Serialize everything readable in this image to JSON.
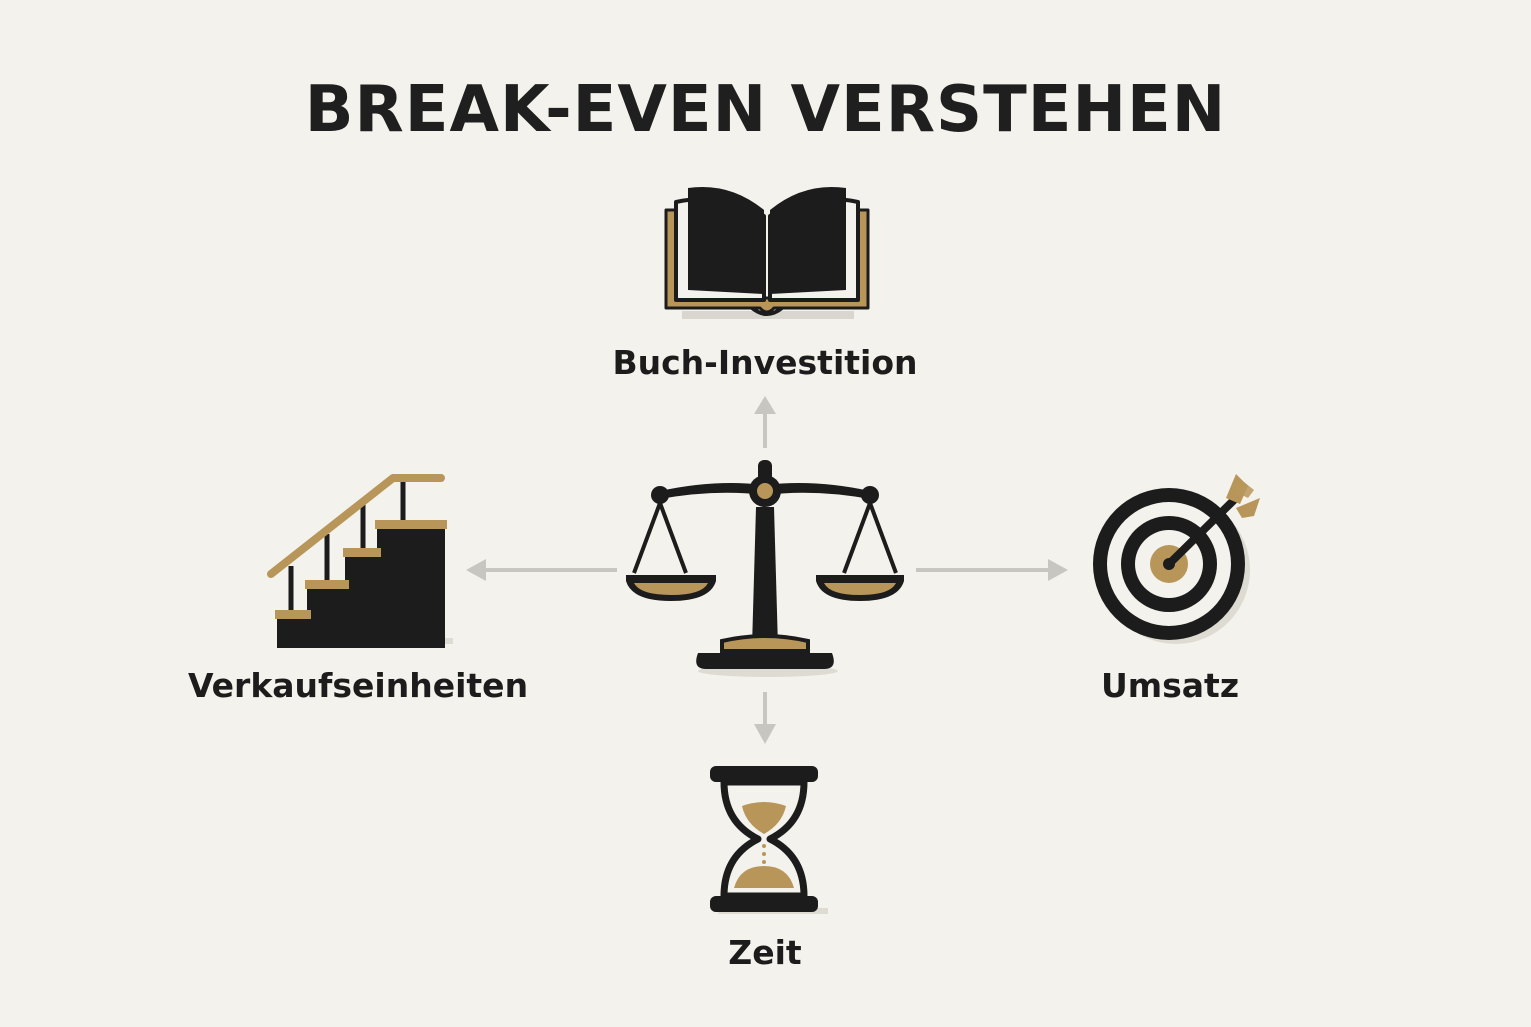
{
  "title": "BREAK-EVEN VERSTEHEN",
  "nodes": {
    "top": {
      "label": "Buch-Investition",
      "icon": "book-icon"
    },
    "left": {
      "label": "Verkaufseinheiten",
      "icon": "stairs-icon"
    },
    "right": {
      "label": "Umsatz",
      "icon": "target-icon"
    },
    "bottom": {
      "label": "Zeit",
      "icon": "hourglass-icon"
    },
    "center": {
      "icon": "balance-scale-icon"
    }
  },
  "colors": {
    "background": "#f4f2ec",
    "ink": "#1c1c1c",
    "gold": "#b8965a",
    "arrow": "#c8c6c0"
  }
}
